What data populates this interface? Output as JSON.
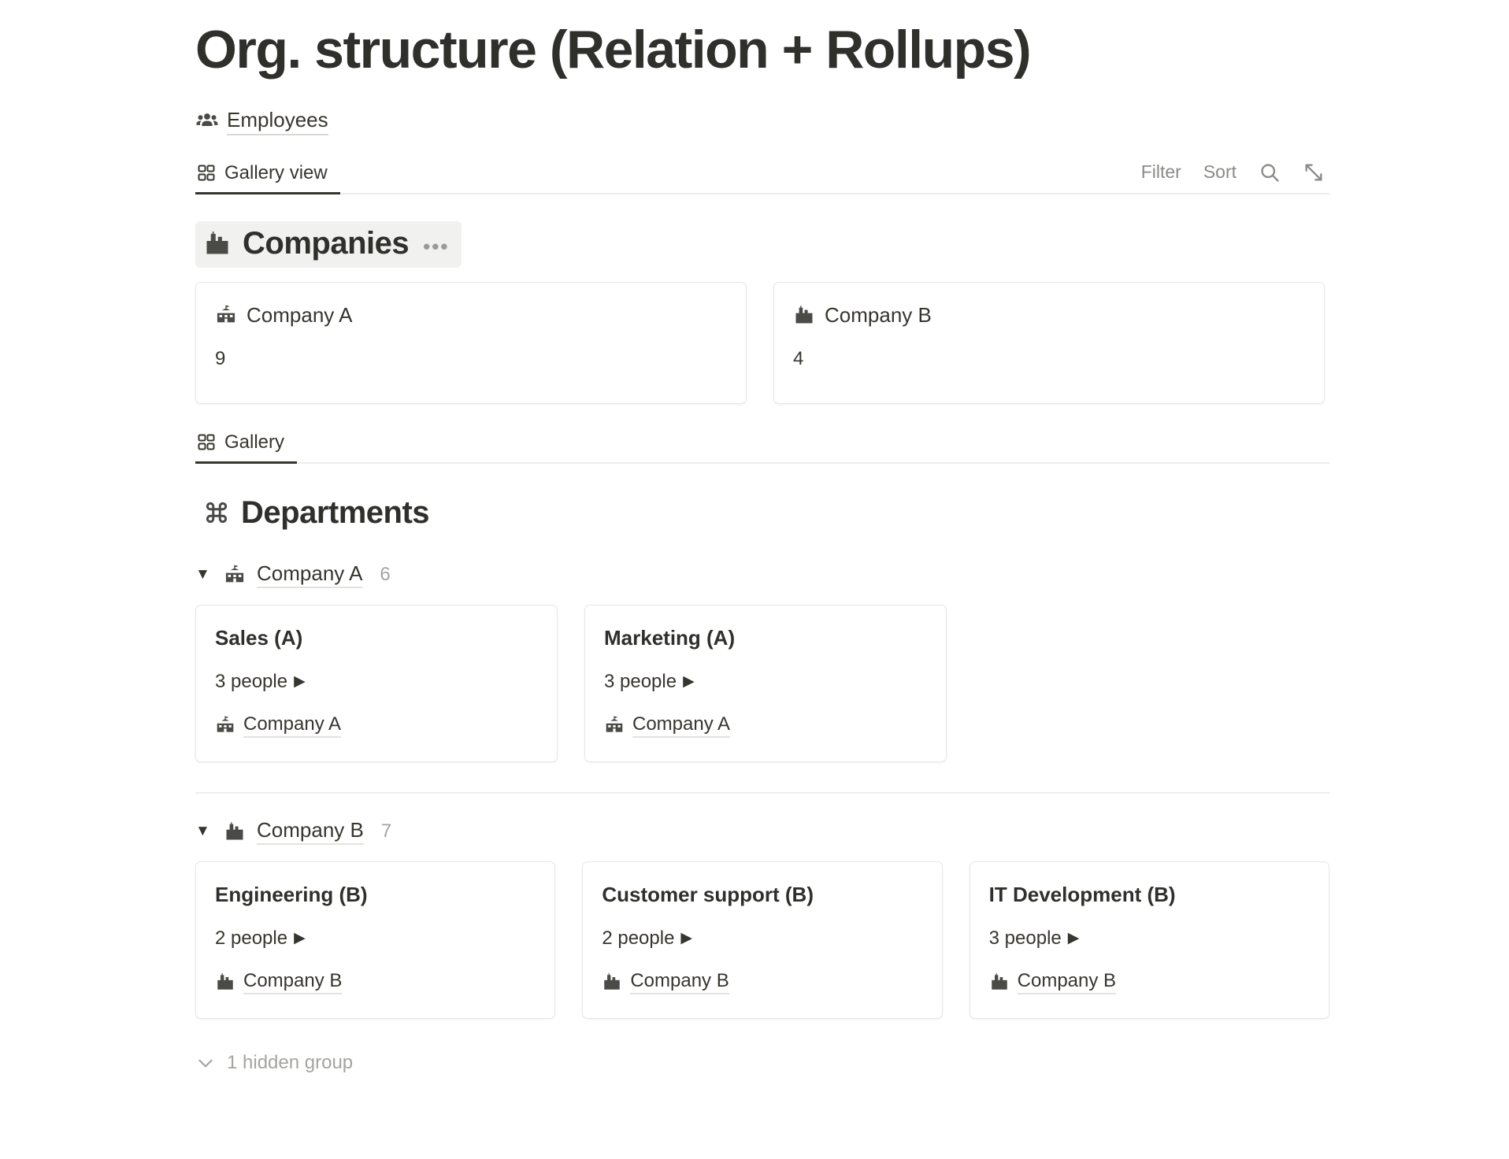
{
  "page": {
    "title": "Org. structure (Relation + Rollups)"
  },
  "source": {
    "icon": "people-group-icon",
    "label": "Employees"
  },
  "view_bar": {
    "tabs": [
      {
        "icon": "gallery-grid-icon",
        "label": "Gallery view",
        "active": true
      }
    ],
    "toolbar": {
      "filter_label": "Filter",
      "sort_label": "Sort",
      "search_icon": "search-icon",
      "expand_icon": "expand-diagonal-icon"
    }
  },
  "companies_section": {
    "icon": "office-building-icon",
    "heading": "Companies",
    "menu_glyph": "•••",
    "cards": [
      {
        "icon": "school-building-icon",
        "title": "Company A",
        "rollup": "9"
      },
      {
        "icon": "office-building-icon",
        "title": "Company B",
        "rollup": "4"
      }
    ]
  },
  "sub_view_bar": {
    "tabs": [
      {
        "icon": "gallery-grid-icon",
        "label": "Gallery",
        "active": true
      }
    ]
  },
  "departments_section": {
    "icon": "command-icon",
    "heading": "Departments",
    "groups": [
      {
        "toggle_glyph": "▼",
        "icon": "school-building-icon",
        "name": "Company A",
        "count": "6",
        "cards": [
          {
            "title": "Sales (A)",
            "people": "3 people",
            "people_arrow": "▶",
            "relation_icon": "school-building-icon",
            "relation": "Company A"
          },
          {
            "title": "Marketing (A)",
            "people": "3 people",
            "people_arrow": "▶",
            "relation_icon": "school-building-icon",
            "relation": "Company A"
          }
        ]
      },
      {
        "toggle_glyph": "▼",
        "icon": "office-building-icon",
        "name": "Company B",
        "count": "7",
        "cards": [
          {
            "title": "Engineering (B)",
            "people": "2 people",
            "people_arrow": "▶",
            "relation_icon": "office-building-icon",
            "relation": "Company B"
          },
          {
            "title": "Customer support (B)",
            "people": "2 people",
            "people_arrow": "▶",
            "relation_icon": "office-building-icon",
            "relation": "Company B"
          },
          {
            "title": "IT Development (B)",
            "people": "3 people",
            "people_arrow": "▶",
            "relation_icon": "office-building-icon",
            "relation": "Company B"
          }
        ]
      }
    ],
    "hidden_group": {
      "chevron_icon": "chevron-down-icon",
      "label": "1 hidden group"
    }
  },
  "colors": {
    "text": "#37352f",
    "muted": "#a5a4a1",
    "border": "#e8e7e4",
    "heading_bg": "#f1f1ef"
  }
}
